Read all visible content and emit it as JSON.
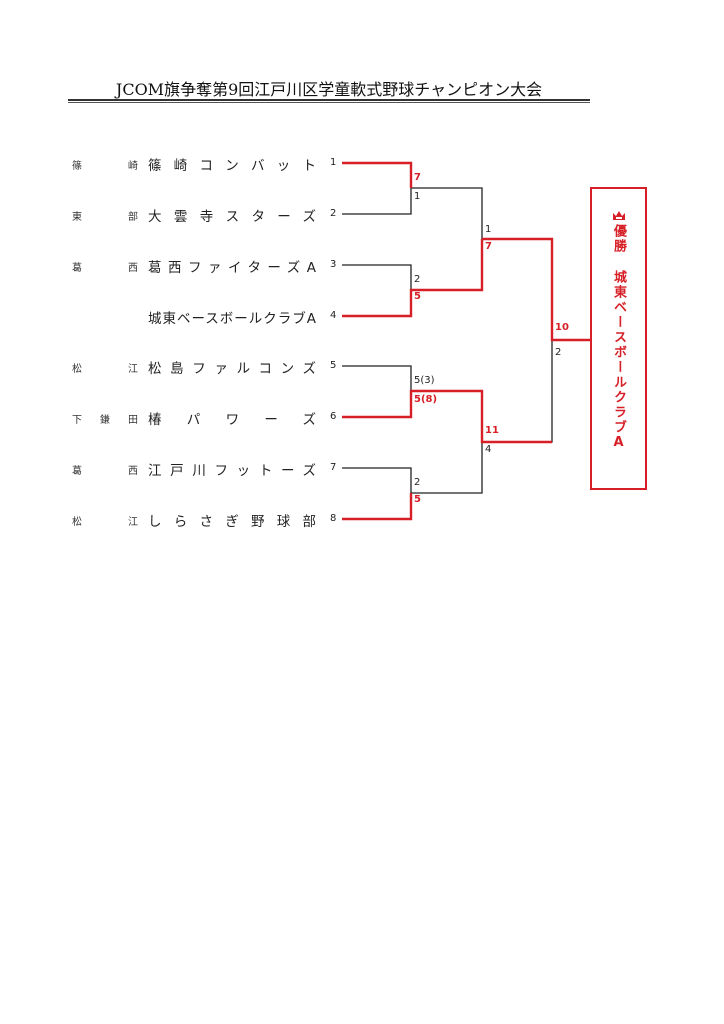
{
  "title": "JCOM旗争奪第9回江戸川区学童軟式野球チャンピオン大会",
  "teams": [
    {
      "seed": "1",
      "area": "篠崎",
      "name": "篠崎コンバット"
    },
    {
      "seed": "2",
      "area": "東部",
      "name": "大雲寺スターズ"
    },
    {
      "seed": "3",
      "area": "葛西",
      "name": "葛西ファイターズA"
    },
    {
      "seed": "4",
      "area": "",
      "name": "城東ベースボールクラブA"
    },
    {
      "seed": "5",
      "area": "松江",
      "name": "松島ファルコンズ"
    },
    {
      "seed": "6",
      "area": "下鎌田",
      "name": "椿パワーズ"
    },
    {
      "seed": "7",
      "area": "葛西",
      "name": "江戸川フットーズ"
    },
    {
      "seed": "8",
      "area": "松江",
      "name": "しらさぎ野球部"
    }
  ],
  "scores": {
    "r1m1": {
      "top": "7",
      "bottom": "1"
    },
    "r1m2": {
      "top": "2",
      "bottom": "5"
    },
    "r1m3": {
      "top": "5(3)",
      "bottom": "5(8)"
    },
    "r1m4": {
      "top": "2",
      "bottom": "5"
    },
    "r2m1": {
      "top": "1",
      "bottom": "7"
    },
    "r2m2": {
      "top": "11",
      "bottom": "4"
    },
    "final": {
      "top": "10",
      "bottom": "2"
    }
  },
  "champion": {
    "icon": "crown-icon",
    "label": "優勝",
    "team": "城東ベースボールクラブA"
  },
  "colors": {
    "winner": "#d61f26",
    "line": "#222222"
  }
}
